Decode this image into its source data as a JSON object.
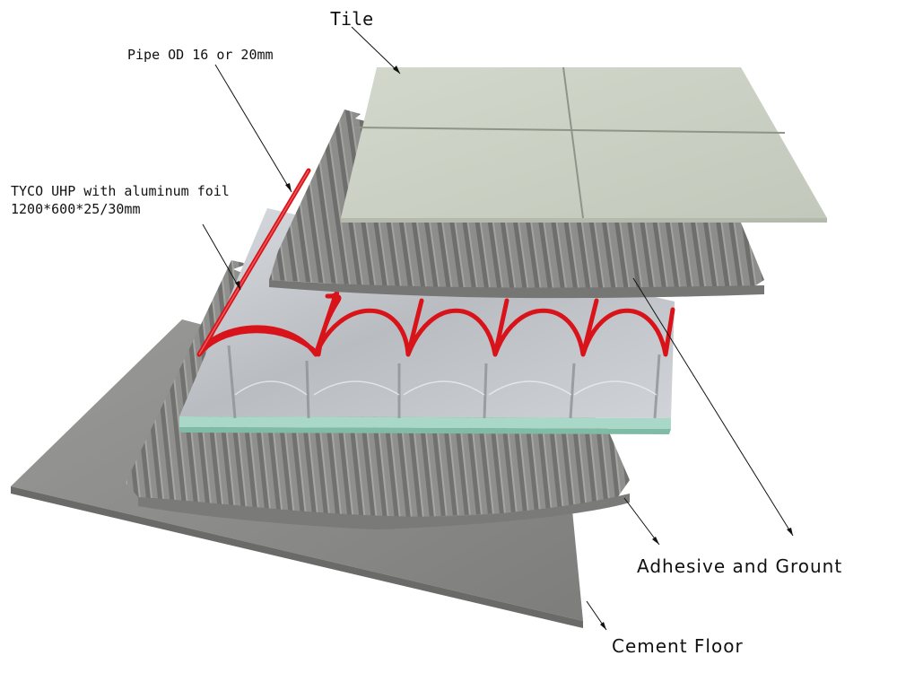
{
  "labels": {
    "tile": "Tile",
    "pipe": "Pipe OD 16 or 20mm",
    "board_line1": "TYCO UHP with aluminum foil",
    "board_line2": "1200*600*25/30mm",
    "adhesive": "Adhesive and Grount",
    "cement": "Cement Floor"
  },
  "colors": {
    "tile": "#cdd3c6",
    "tile_grout": "#8e9488",
    "adhesive": "#8a8a88",
    "adhesive_ridge": "#6c6c6a",
    "foil": "#c9ccd0",
    "foil_edge": "#a9d8c8",
    "pipe": "#d8141a",
    "cement": "#8b8b89",
    "text": "#111111"
  }
}
